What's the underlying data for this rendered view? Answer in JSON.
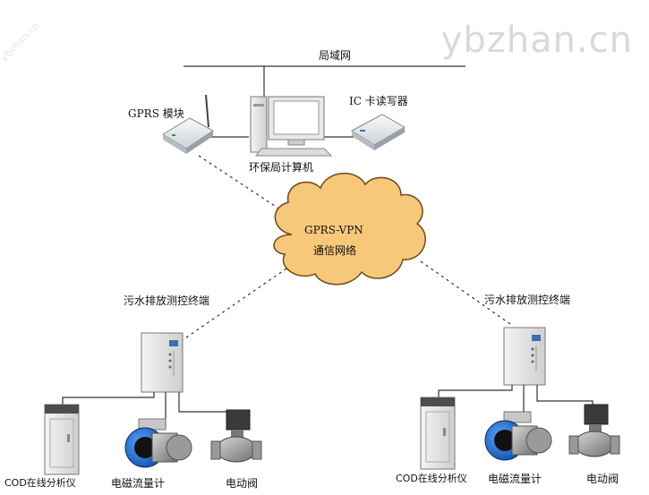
{
  "watermark": {
    "main": "ybzhan.cn",
    "corner": "ybzhan.cn"
  },
  "network": {
    "lan_label": "局域网",
    "cloud_line1": "GPRS-VPN",
    "cloud_line2": "通信网络"
  },
  "devices": {
    "gprs_module": "GPRS 模块",
    "ic_reader": "IC 卡读写器",
    "computer": "环保局计算机",
    "terminal_left": "污水排放测控终端",
    "terminal_right": "污水排放测控终端",
    "cod_left": "COD在线分析仪",
    "flowmeter_left": "电磁流量计",
    "valve_left": "电动阀",
    "cod_right": "COD在线分析仪",
    "flowmeter_right": "电磁流量计",
    "valve_right": "电动阀"
  },
  "colors": {
    "cloud_fill": "#f7c77a",
    "cloud_stroke": "#6b4a1a",
    "flowmeter_body": "#1f6fd0",
    "cabinet": "#e9e9e9",
    "valve": "#8c8c8c"
  }
}
